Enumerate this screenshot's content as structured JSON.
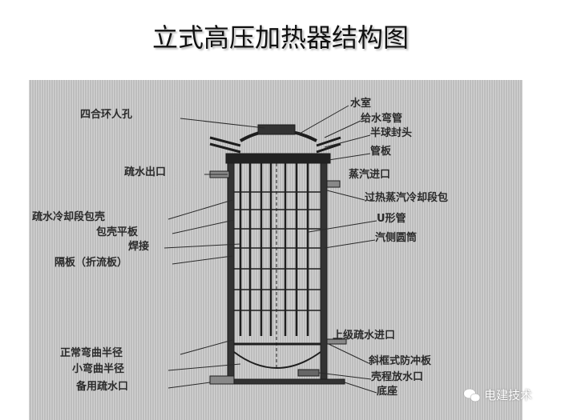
{
  "title": "立式高压加热器结构图",
  "labels_left": {
    "manhole": "四合环人孔",
    "drain_outlet": "疏水出口",
    "drain_cooler_shroud": "疏水冷却段包壳",
    "shroud_plate": "包壳平板",
    "weld": "焊接",
    "baffle": "隔板（折流板）",
    "normal_bend_radius": "正常弯曲半径",
    "small_bend_radius": "小弯曲半径",
    "spare_drain": "备用疏水口"
  },
  "labels_right": {
    "water_chamber": "水室",
    "feedwater_elbow": "给水弯管",
    "hemispherical_head": "半球封头",
    "tube_sheet": "管板",
    "steam_inlet": "蒸汽进口",
    "desuperheater_shroud": "过热蒸汽冷却段包",
    "u_tube": "U形管",
    "steam_side_shell": "汽侧圆筒",
    "upper_drain_inlet": "上级疏水进口",
    "impingement_plate": "斜框式防冲板",
    "shell_drain": "壳程放水口",
    "base": "底座"
  },
  "watermark": "电建技术"
}
